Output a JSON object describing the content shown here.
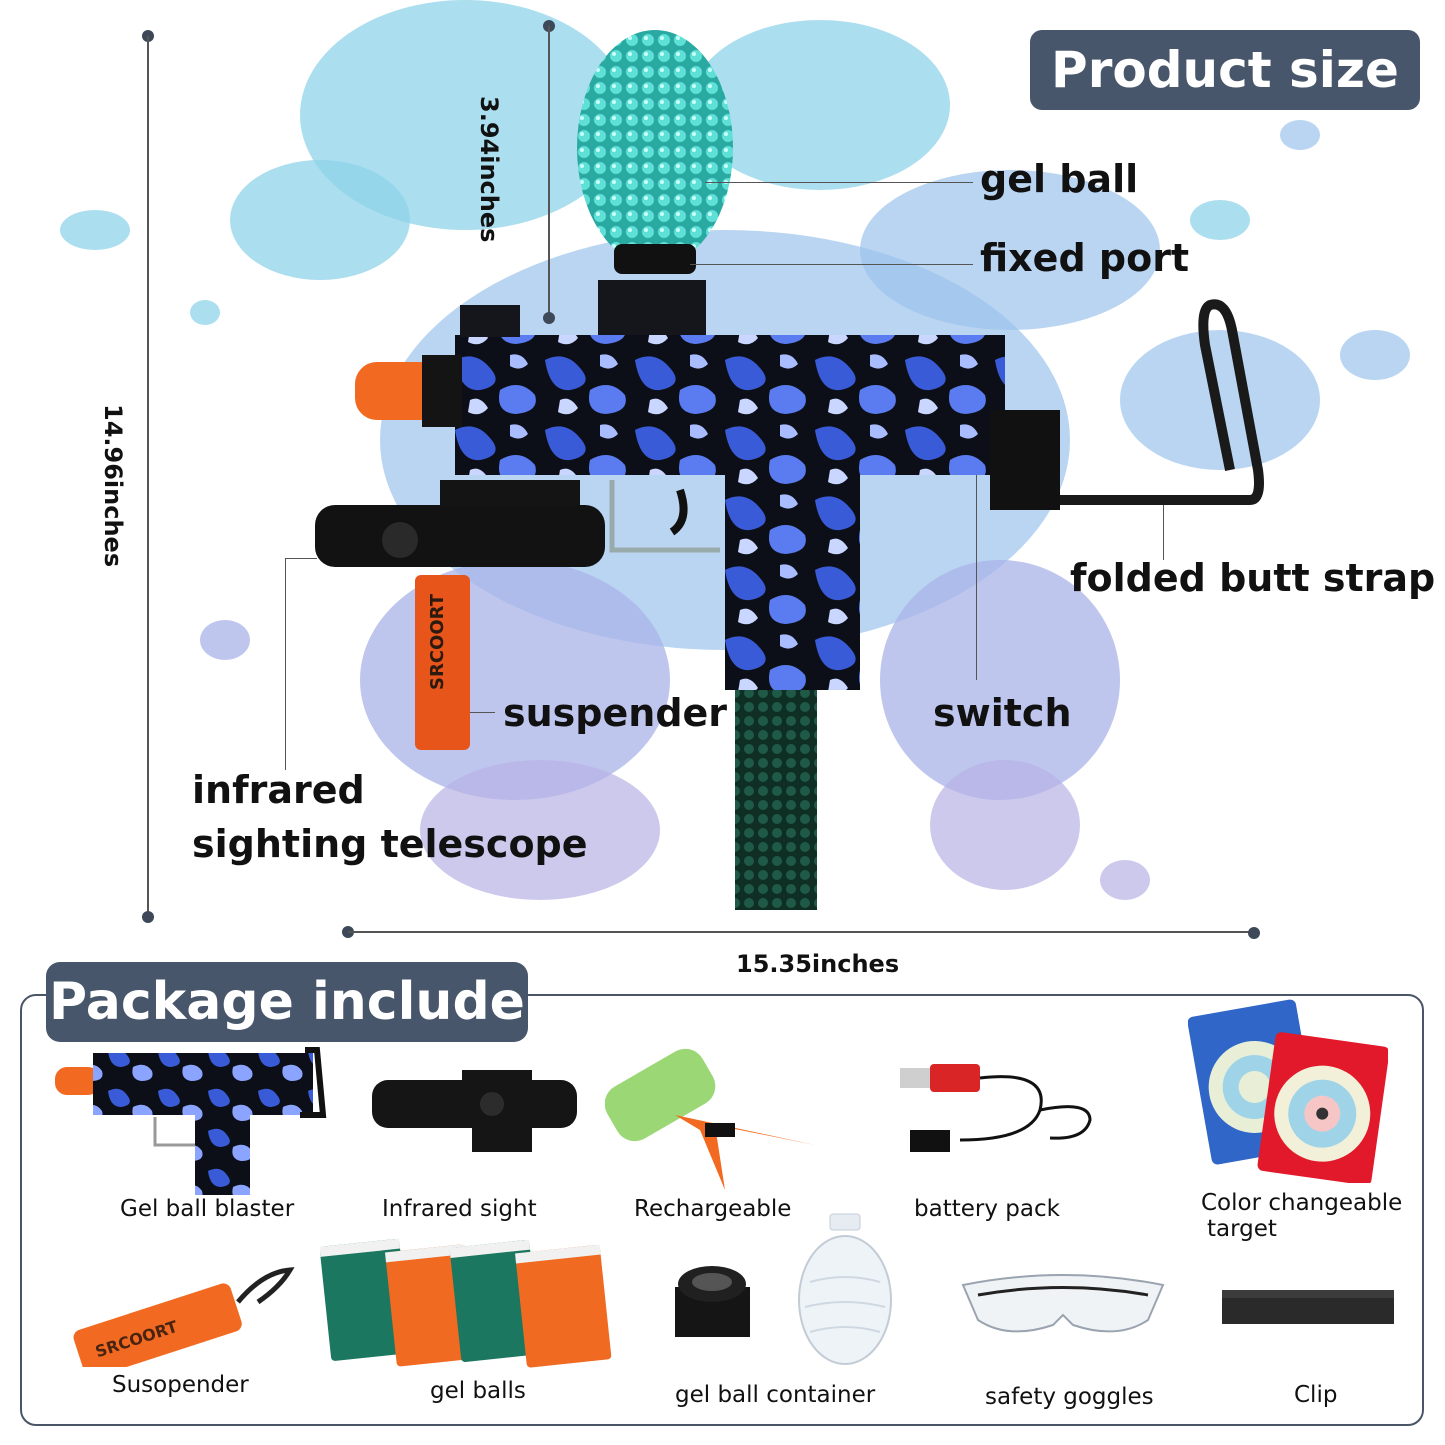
{
  "header": {
    "product_size_title": "Product size"
  },
  "dimensions": {
    "height_label": "14.96inches",
    "width_label": "15.35inches",
    "ball_height_label": "3.94inches"
  },
  "callouts": {
    "gel_ball": "gel ball",
    "fixed_port": "fixed port",
    "folded_butt_strap": "folded butt strap",
    "suspender": "suspender",
    "switch": "switch",
    "infrared_line1": "infrared",
    "infrared_line2": "sighting telescope"
  },
  "strap_brand": "SRCOORT",
  "package": {
    "title": "Package include",
    "items": [
      {
        "label": "Gel ball blaster"
      },
      {
        "label": "Infrared sight"
      },
      {
        "label": "Rechargeable"
      },
      {
        "label": "battery pack"
      },
      {
        "label_line1": "Color changeable",
        "label_line2": "target"
      },
      {
        "label": "Susopender"
      },
      {
        "label": "gel balls"
      },
      {
        "label": "gel ball container"
      },
      {
        "label": "safety goggles"
      },
      {
        "label": "Clip"
      }
    ]
  },
  "colors": {
    "badge_bg": "#48566b",
    "gel_ball_teal": "#3fc7c0",
    "orange": "#f26a21",
    "camo_blue": "#3a5bd8",
    "gun_black": "#0d0f18"
  }
}
